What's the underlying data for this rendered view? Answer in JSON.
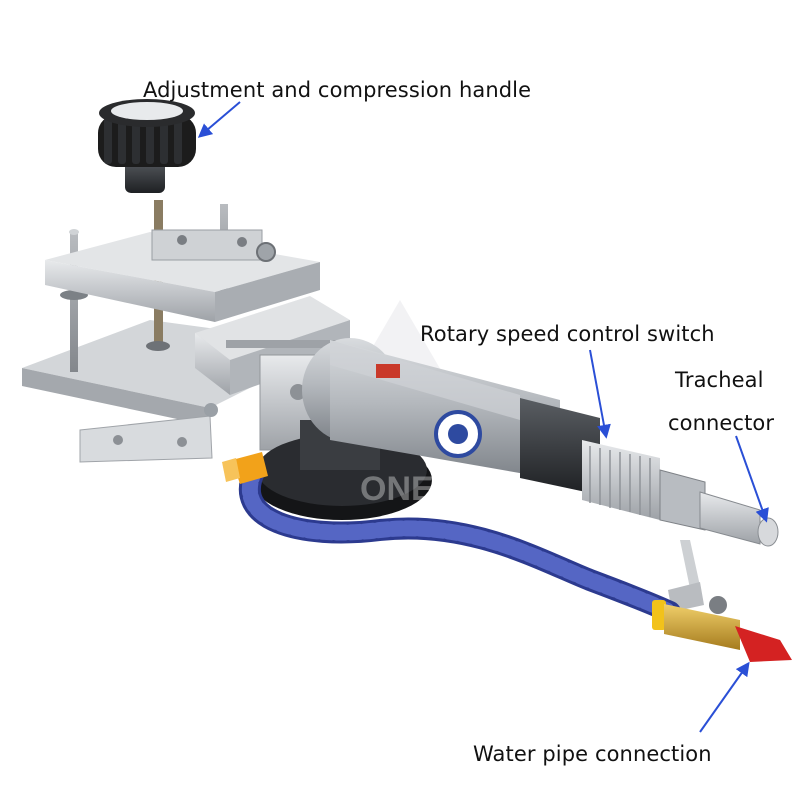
{
  "labels": {
    "adjustment_handle": "Adjustment and compression handle",
    "speed_switch": "Rotary speed control switch",
    "tracheal_line1": "Tracheal",
    "tracheal_line2": "connector",
    "water_pipe": "Water pipe connection"
  },
  "watermark": "ONELAN",
  "colors": {
    "arrow": "#2a4fd6",
    "label_text": "#111111",
    "hose": "#3b4aa8",
    "nozzle": "#f2a21a",
    "valve_handle": "#d42222",
    "brass": "#c9a035",
    "aluminum": "#c9ccd0",
    "knob": "#1c1c1c"
  },
  "icons": [
    "knob-icon",
    "grinder-icon",
    "hose-icon",
    "valve-icon",
    "connector-icon"
  ]
}
